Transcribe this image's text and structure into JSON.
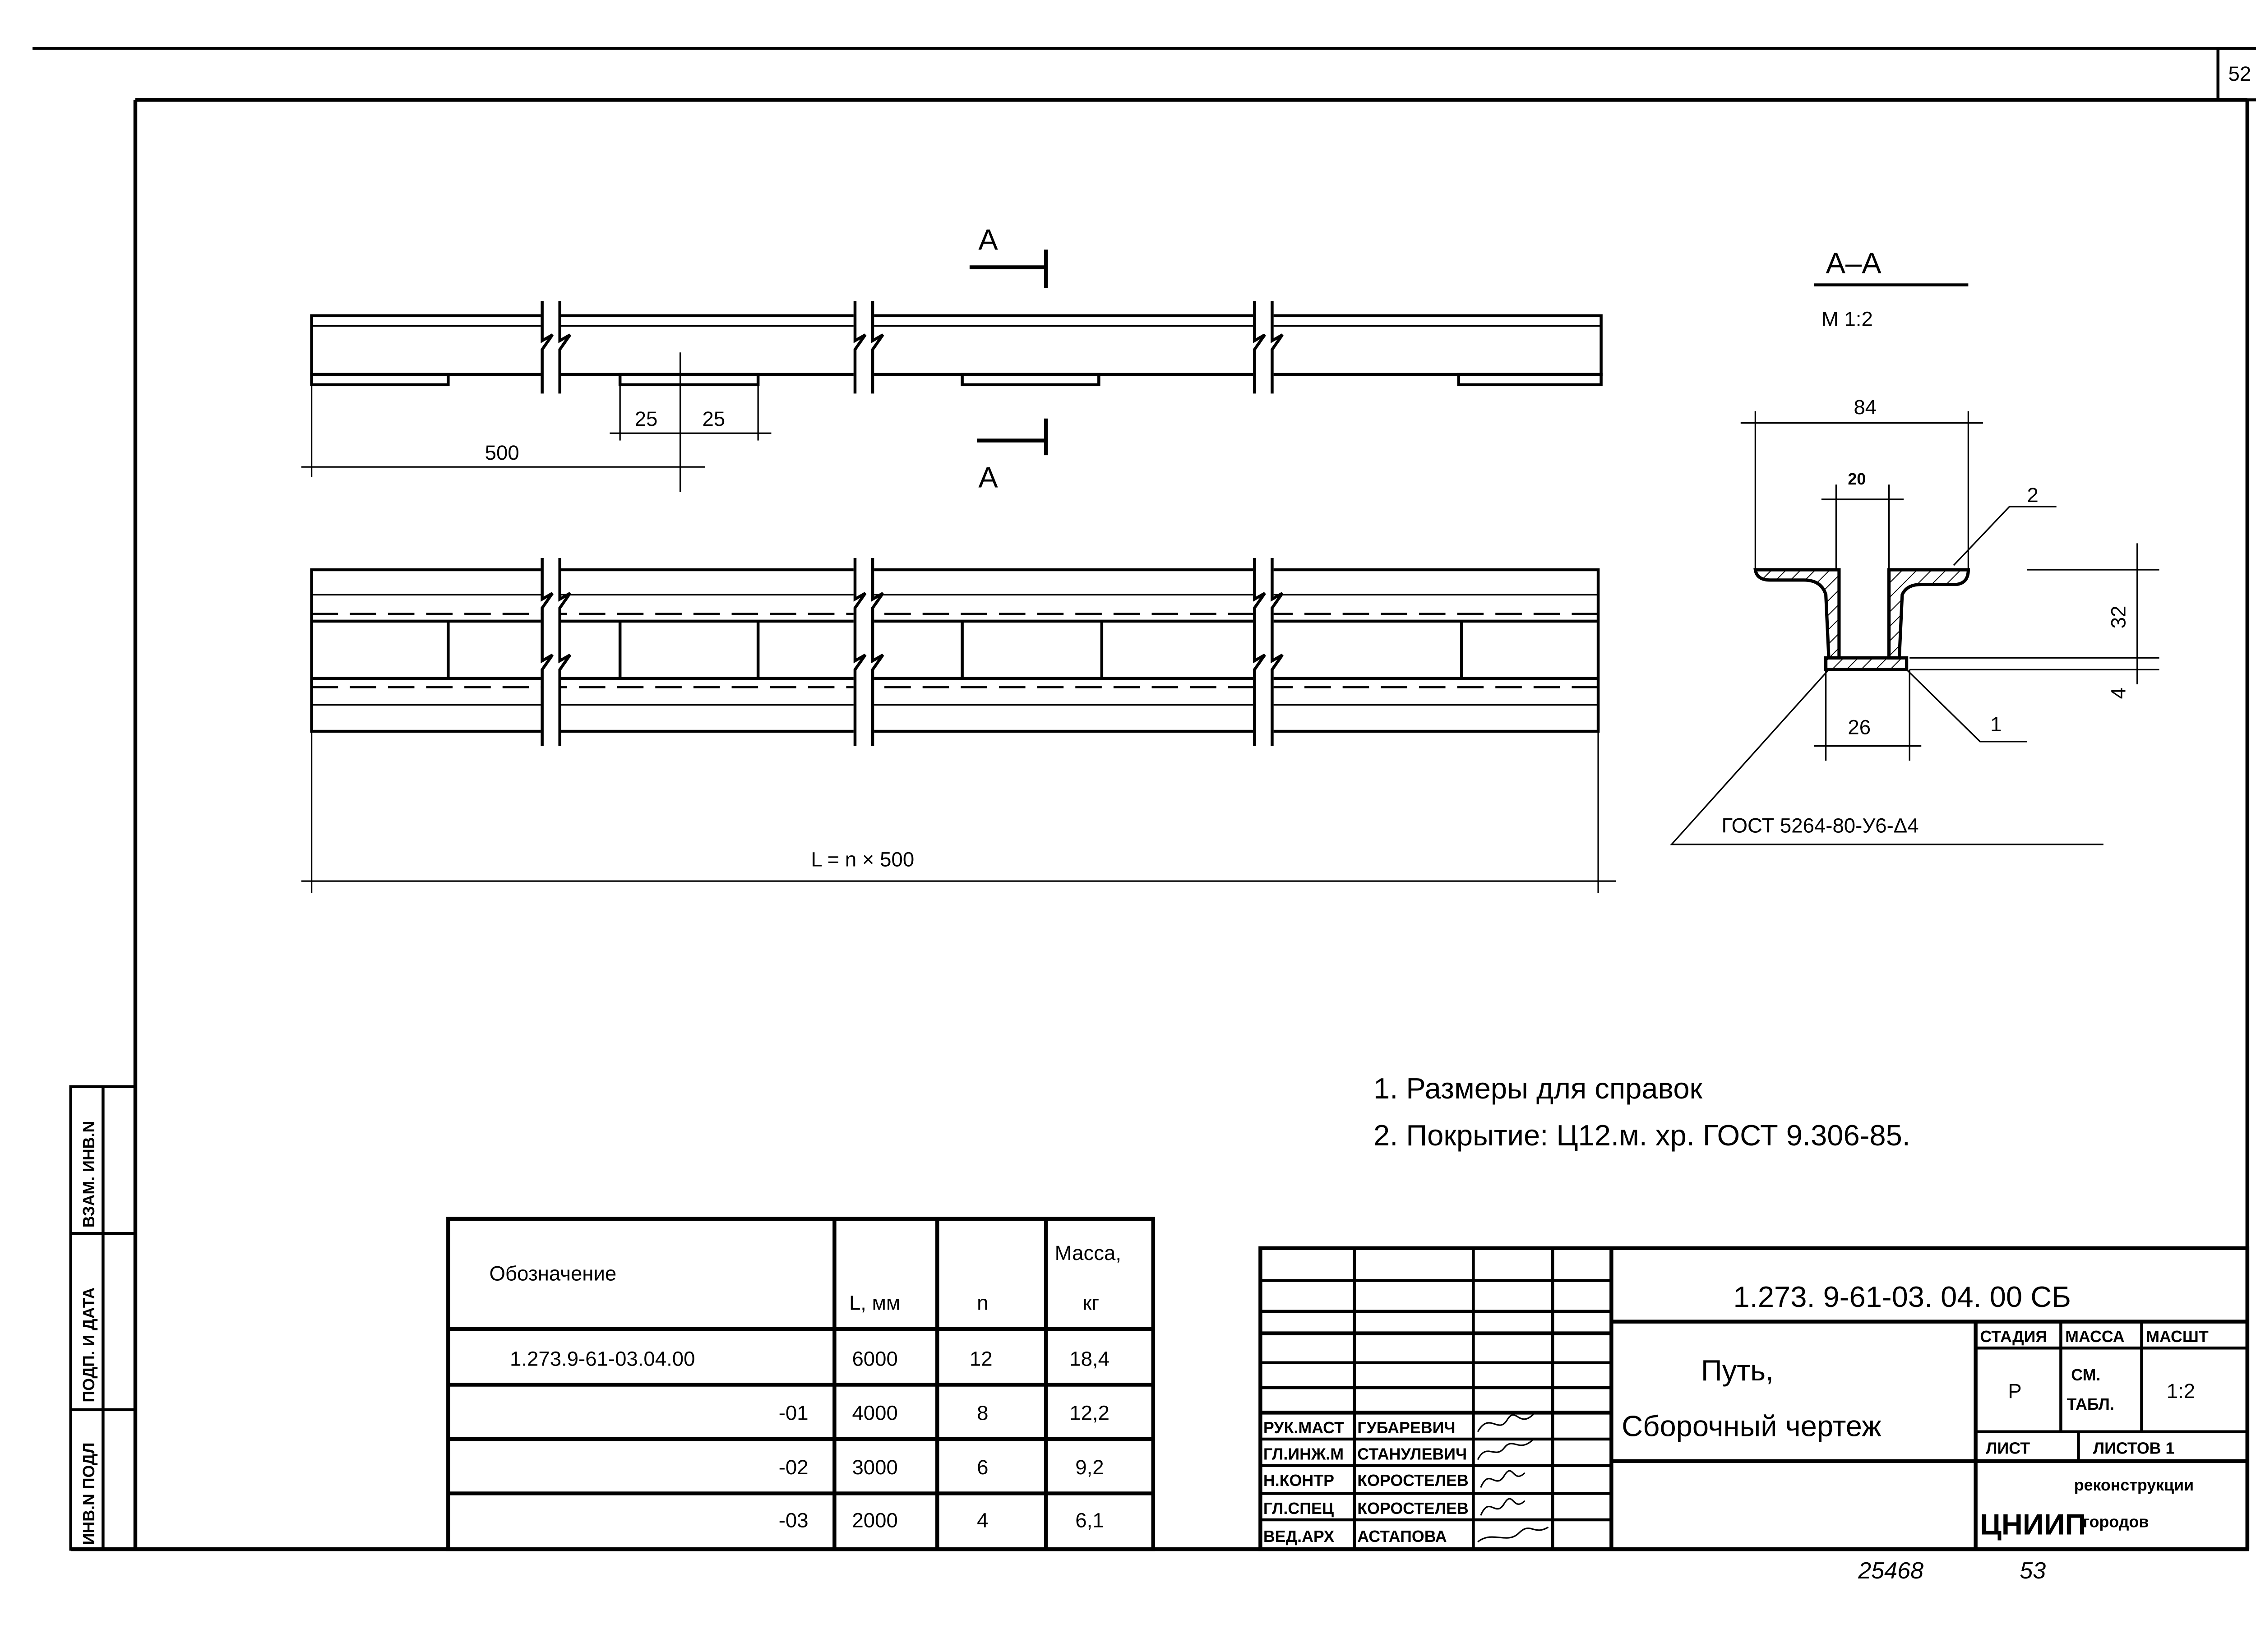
{
  "sheet_number": "52",
  "footer": {
    "inventory_number": "25468",
    "page": "53"
  },
  "left_stamp": [
    "ИНВ.N ПОДЛ",
    "ПОДП. И ДАТА",
    "ВЗАМ. ИНВ.N"
  ],
  "top_view": {
    "section_label_top": "А",
    "section_label_bottom": "А",
    "dim_500": "500",
    "dim_25a": "25",
    "dim_25b": "25"
  },
  "plan_view": {
    "length_dim": "L = n × 500"
  },
  "section": {
    "title": "А–А",
    "scale": "М 1:2",
    "dim_84": "84",
    "dim_20": "20",
    "dim_32": "32",
    "dim_4": "4",
    "dim_26": "26",
    "callout_1": "1",
    "callout_2": "2",
    "weld": "ГОСТ 5264-80-У6-Δ4"
  },
  "notes": [
    "1.  Размеры для справок",
    "2.  Покрытие: Ц12.м. хр. ГОСТ 9.306-85."
  ],
  "spec_table": {
    "headers": [
      "Обозначение",
      "L, мм",
      "n",
      "Масса,",
      "кг"
    ],
    "rows": [
      [
        "1.273.9-61-03.04.00",
        "6000",
        "12",
        "18,4"
      ],
      [
        "-01",
        "4000",
        "8",
        "12,2"
      ],
      [
        "-02",
        "3000",
        "6",
        "9,2"
      ],
      [
        "-03",
        "2000",
        "4",
        "6,1"
      ]
    ]
  },
  "title_block": {
    "designation": "1.273. 9-61-03. 04. 00 СБ",
    "name_line1": "Путь,",
    "name_line2": "Сборочный чертеж",
    "stage_label": "СТАДИЯ",
    "mass_label": "МАССА",
    "scale_label": "МАСШТ",
    "stage": "Р",
    "mass_line1": "СМ.",
    "mass_line2": "ТАБЛ.",
    "scale": "1:2",
    "sheet_label": "ЛИСТ",
    "sheets_label": "ЛИСТОВ 1",
    "org_abbr": "ЦНИИП",
    "org_line1": "реконструкции",
    "org_line2": "городов",
    "signatures": [
      {
        "role": "РУК.МАСТ",
        "name": "ГУБАРЕВИЧ"
      },
      {
        "role": "ГЛ.ИНЖ.М",
        "name": "СТАНУЛЕВИЧ"
      },
      {
        "role": "Н.КОНТР",
        "name": "КОРОСТЕЛЕВ"
      },
      {
        "role": "ГЛ.СПЕЦ",
        "name": "КОРОСТЕЛЕВ"
      },
      {
        "role": "ВЕД.АРХ",
        "name": "АСТАПОВА"
      }
    ]
  }
}
